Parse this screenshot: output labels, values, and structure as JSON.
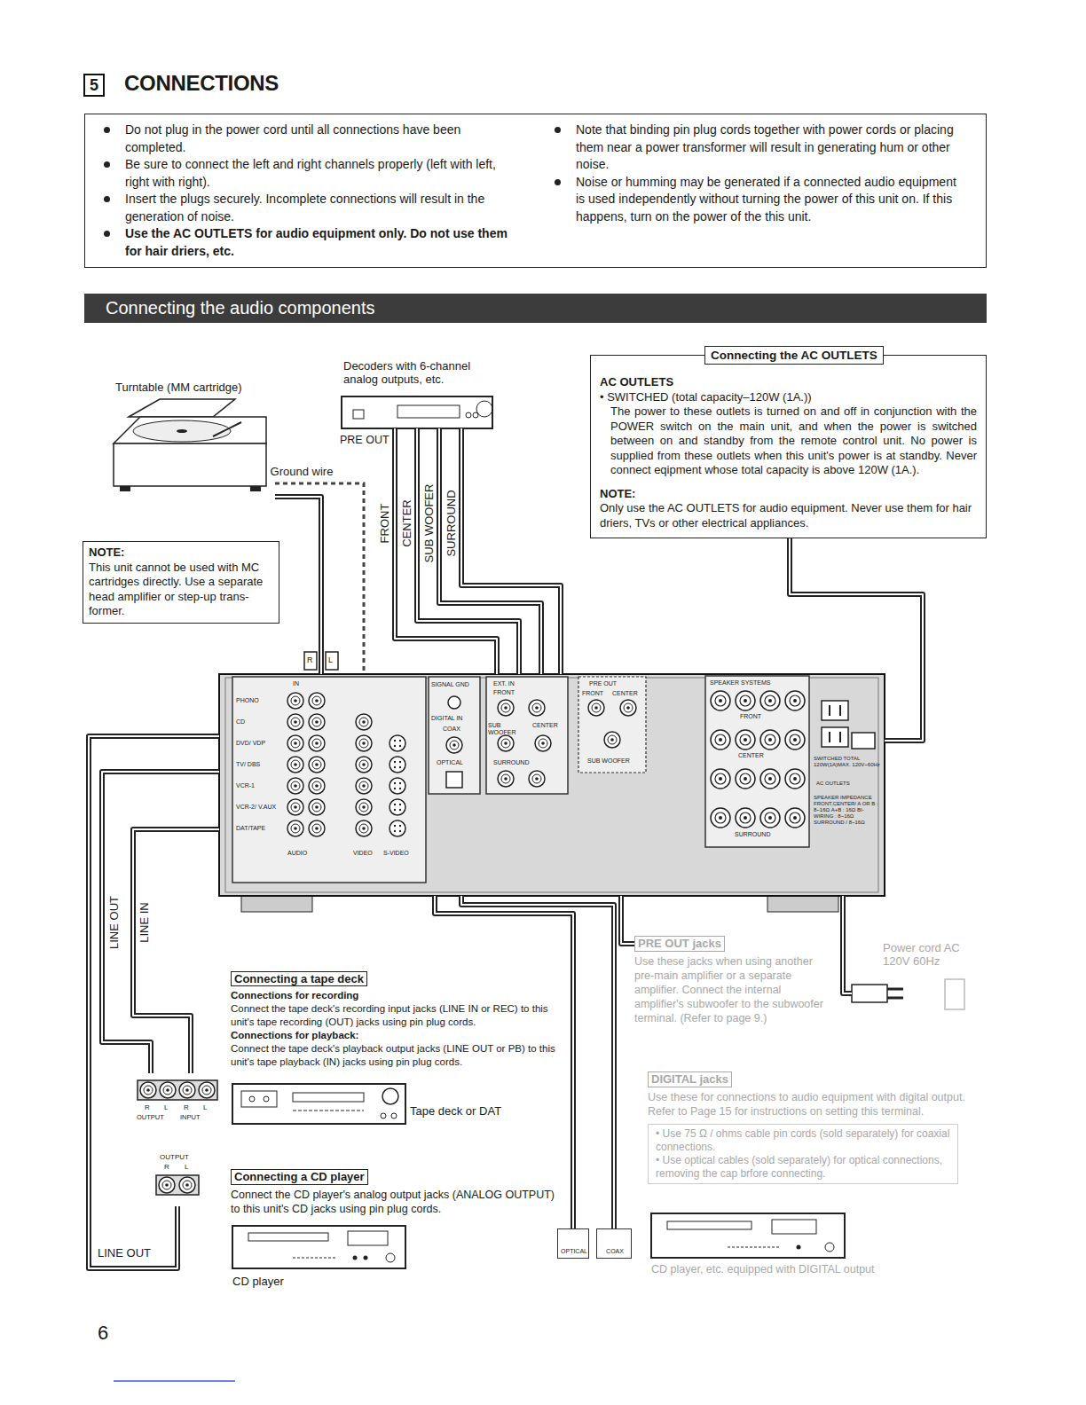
{
  "diagram": {
    "title": "CONNECTIONS",
    "nodes": [
      {
        "text": [
          "5"
        ]
      },
      {
        "text": [
          "Do not plug in the power cord until all connections have been completed.",
          "Be sure to connect the left and right channels properly (left with left, right with right).",
          "Insert the plugs securely. Incomplete connections will result in the generation of noise.",
          "Use the AC OUTLETS for audio equipment only. Do not use them for hair driers, etc.",
          "Note that binding pin plug cords together with power cords or placing them near a power transformer will result in generating hum or other noise.",
          "Noise or humming may be generated if a connected audio equipment is used independently without turning the power of this unit on. If this happens, turn on the power of the this unit."
        ]
      },
      {
        "text": [
          "Connecting the audio components"
        ]
      },
      {
        "text": [
          "Connecting the AC OUTLETS",
          "AC OUTLETS",
          "• SWITCHED (total capacity–120W (1A.))",
          "The power to these outlets is turned on and off in conjunction with the POWER switch on the main unit, and when the power is switched between on and standby from the remote control unit. No power is supplied from these outlets when this unit's power is at standby. Never connect eqipment whose total capacity is above 120W (1A.).",
          "NOTE:",
          "Only use the AC OUTLETS for audio equipment. Never use them for hair driers, TVs or other electrical appliances."
        ]
      },
      {
        "text": [
          "Turntable (MM cartridge)"
        ]
      },
      {
        "text": [
          "Decoders with 6-channel analog outputs, etc.",
          "PRE OUT"
        ]
      },
      {
        "text": [
          "NOTE:",
          "This unit cannot be used with MC cartridges directly. Use a separate head amplifier or step-up trans- former."
        ]
      },
      {
        "text": [
          "IN",
          "PHONO",
          "CD",
          "DVD/ VDP",
          "TV/ DBS",
          "VCR-1",
          "VCR-2/ V.AUX",
          "DAT/TAPE",
          "AUDIO",
          "VIDEO",
          "S-VIDEO",
          "SIGNAL GND",
          "DIGITAL IN",
          "COAX",
          "OPTICAL",
          "EXT. IN",
          "FRONT",
          "SUB WOOFER",
          "CENTER",
          "SURROUND",
          "PRE OUT",
          "FRONT",
          "CENTER",
          "SUB WOOFER",
          "SPEAKER SYSTEMS",
          "FRONT",
          "CENTER",
          "SURROUND",
          "SWITCHED TOTAL 120W(1A)MAX. 120V~60Hz",
          "AC OUTLETS",
          "SPEAKER IMPEDANCE FRONT,CENTER/ A OR B : 8~16Ω A+B : 16Ω BI-WIRING : 8~16Ω SURROUND / 8~16Ω"
        ]
      },
      {
        "text": [
          "Connecting a tape deck",
          "Connections for recording",
          "Connect the tape deck's recording input jacks (LINE IN or REC) to this unit's tape recording (OUT) jacks using pin plug cords.",
          "Connections for playback:",
          "Connect the tape deck's playback output jacks (LINE OUT or PB) to this unit's tape playback (IN) jacks using pin plug cords."
        ]
      },
      {
        "text": [
          "R",
          "L",
          "R",
          "L",
          "OUTPUT",
          "INPUT"
        ]
      },
      {
        "text": [
          "Tape deck or DAT"
        ]
      },
      {
        "text": [
          "Connecting a CD player",
          "Connect the CD player's analog output jacks (ANALOG OUTPUT) to this unit's CD jacks using pin plug cords."
        ]
      },
      {
        "text": [
          "OUTPUT",
          "R",
          "L"
        ]
      },
      {
        "text": [
          "CD player"
        ]
      },
      {
        "text": [
          "OPTICAL"
        ]
      },
      {
        "text": [
          "COAX"
        ]
      },
      {
        "text": [
          "PRE OUT jacks",
          "Use these jacks when using another pre-main amplifier or a separate amplifier. Connect the internal amplifier's subwoofer to the subwoofer terminal. (Refer to page 9.)"
        ]
      },
      {
        "text": [
          "DIGITAL jacks",
          "Use these for connections to audio equipment with digital output. Refer to Page 15 for instructions on setting this terminal."
        ]
      },
      {
        "text": [
          "• Use 75 Ω / ohms cable pin cords (sold separately) for coaxial connections.",
          "• Use optical cables (sold separately) for optical connections, removing the cap brfore connecting."
        ],
        "in": 17
      },
      {
        "text": [
          "CD player, etc. equipped with DIGITAL output"
        ]
      },
      {
        "text": [
          "Power cord AC 120V 60Hz"
        ]
      }
    ],
    "edges": [
      {
        "from": 4,
        "to": 7,
        "arrow": "none"
      },
      {
        "from": 4,
        "to": 7,
        "label": "Ground wire",
        "arrow": "none"
      },
      {
        "from": 5,
        "to": 7,
        "label": "FRONT",
        "arrow": "none"
      },
      {
        "from": 5,
        "to": 7,
        "label": "CENTER",
        "arrow": "none"
      },
      {
        "from": 5,
        "to": 7,
        "label": "SUB WOOFER",
        "arrow": "none"
      },
      {
        "from": 5,
        "to": 7,
        "label": "SURROUND",
        "arrow": "none"
      },
      {
        "from": 9,
        "to": 7,
        "label": "LINE OUT",
        "arrow": "none"
      },
      {
        "from": 7,
        "to": 9,
        "label": "LINE IN",
        "arrow": "none"
      },
      {
        "from": 12,
        "to": 7,
        "label": "LINE OUT",
        "arrow": "none"
      },
      {
        "from": 14,
        "to": 7,
        "arrow": "none"
      },
      {
        "from": 15,
        "to": 7,
        "arrow": "none"
      },
      {
        "from": 3,
        "to": 7,
        "arrow": "none"
      },
      {
        "from": 16,
        "to": 7,
        "arrow": "none"
      },
      {
        "from": 7,
        "to": 20,
        "arrow": "none"
      }
    ],
    "labels": [
      "R",
      "L",
      "6"
    ]
  }
}
